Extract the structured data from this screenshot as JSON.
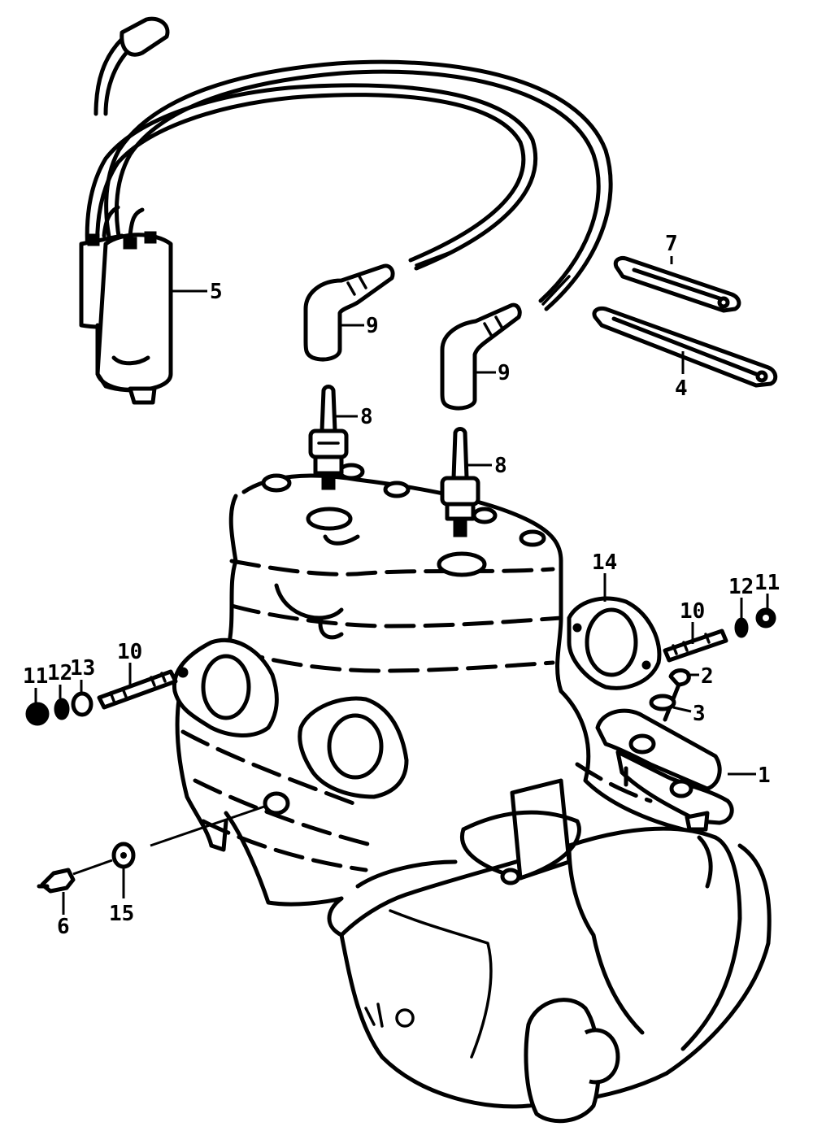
{
  "callouts": {
    "c1": "1",
    "c2": "2",
    "c3": "3",
    "c4": "4",
    "c5": "5",
    "c6": "6",
    "c7": "7",
    "c8a": "8",
    "c8b": "8",
    "c9a": "9",
    "c9b": "9",
    "c10a": "10",
    "c10b": "10",
    "c11a": "11",
    "c11b": "11",
    "c12a": "12",
    "c12b": "12",
    "c13": "13",
    "c14": "14",
    "c15": "15"
  }
}
